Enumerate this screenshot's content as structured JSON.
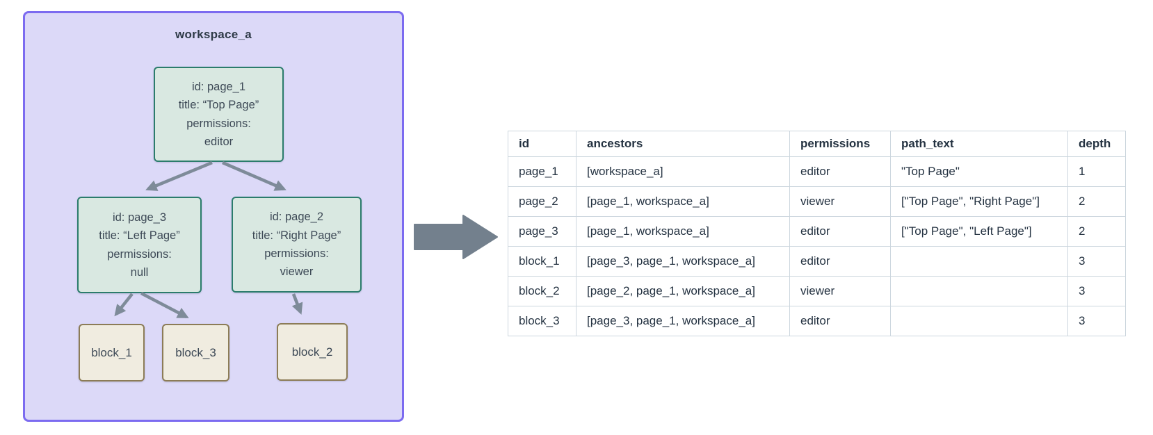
{
  "workspace": {
    "title": "workspace_a",
    "page_nodes": [
      {
        "id": "page_1",
        "lines": [
          "id: page_1",
          "title: “Top Page”",
          "permissions:",
          "editor"
        ]
      },
      {
        "id": "page_3",
        "lines": [
          "id: page_3",
          "title: “Left Page”",
          "permissions:",
          "null"
        ]
      },
      {
        "id": "page_2",
        "lines": [
          "id: page_2",
          "title: “Right Page”",
          "permissions:",
          "viewer"
        ]
      }
    ],
    "block_nodes": [
      {
        "label": "block_1"
      },
      {
        "label": "block_3"
      },
      {
        "label": "block_2"
      }
    ],
    "edges": [
      "page_1 -> page_3",
      "page_1 -> page_2",
      "page_3 -> block_1",
      "page_3 -> block_3",
      "page_2 -> block_2"
    ]
  },
  "table": {
    "headers": [
      "id",
      "ancestors",
      "permissions",
      "path_text",
      "depth"
    ],
    "rows": [
      {
        "id": "page_1",
        "ancestors": "[workspace_a]",
        "permissions": "editor",
        "path_text": "\"Top Page\"",
        "depth": "1"
      },
      {
        "id": "page_2",
        "ancestors": "[page_1, workspace_a]",
        "permissions": "viewer",
        "path_text": "[\"Top Page\", \"Right Page\"]",
        "depth": "2"
      },
      {
        "id": "page_3",
        "ancestors": "[page_1, workspace_a]",
        "permissions": "editor",
        "path_text": "[\"Top Page\", \"Left Page\"]",
        "depth": "2"
      },
      {
        "id": "block_1",
        "ancestors": "[page_3, page_1, workspace_a]",
        "permissions": "editor",
        "path_text": "",
        "depth": "3"
      },
      {
        "id": "block_2",
        "ancestors": "[page_2, page_1, workspace_a]",
        "permissions": "viewer",
        "path_text": "",
        "depth": "3"
      },
      {
        "id": "block_3",
        "ancestors": "[page_3, page_1, workspace_a]",
        "permissions": "editor",
        "path_text": "",
        "depth": "3"
      }
    ]
  },
  "colors": {
    "workspace-fill": "#dcd9f8",
    "workspace-border": "#7c6bf0",
    "page-node-fill": "#d9e8e1",
    "page-node-border": "#2b7c6c",
    "block-node-fill": "#f0ece0",
    "block-node-border": "#8c7c57",
    "tree-arrow": "#7e8b99",
    "transform-arrow": "#73808d",
    "table-border": "#ccd6de",
    "table-text": "#243241",
    "node-text": "#3d4956"
  }
}
